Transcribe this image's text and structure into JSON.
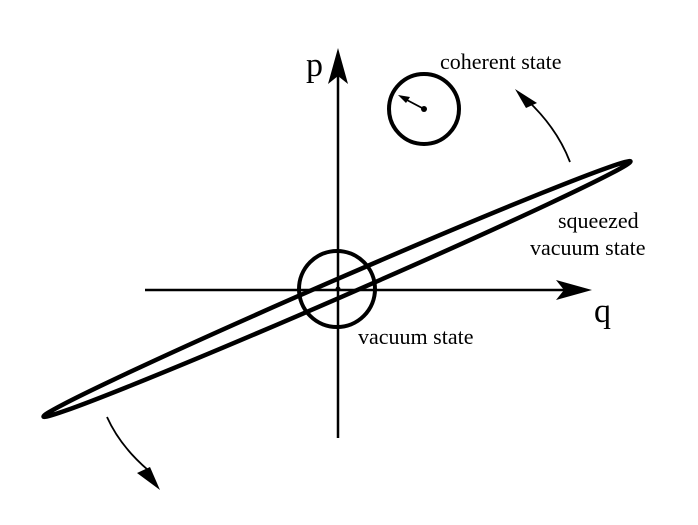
{
  "labels": {
    "p_axis": "p",
    "q_axis": "q",
    "coherent": "coherent state",
    "squeezed_line1": "squeezed",
    "squeezed_line2": "vacuum state",
    "vacuum": "vacuum state"
  },
  "colors": {
    "ink": "#000000",
    "background": "#ffffff"
  }
}
